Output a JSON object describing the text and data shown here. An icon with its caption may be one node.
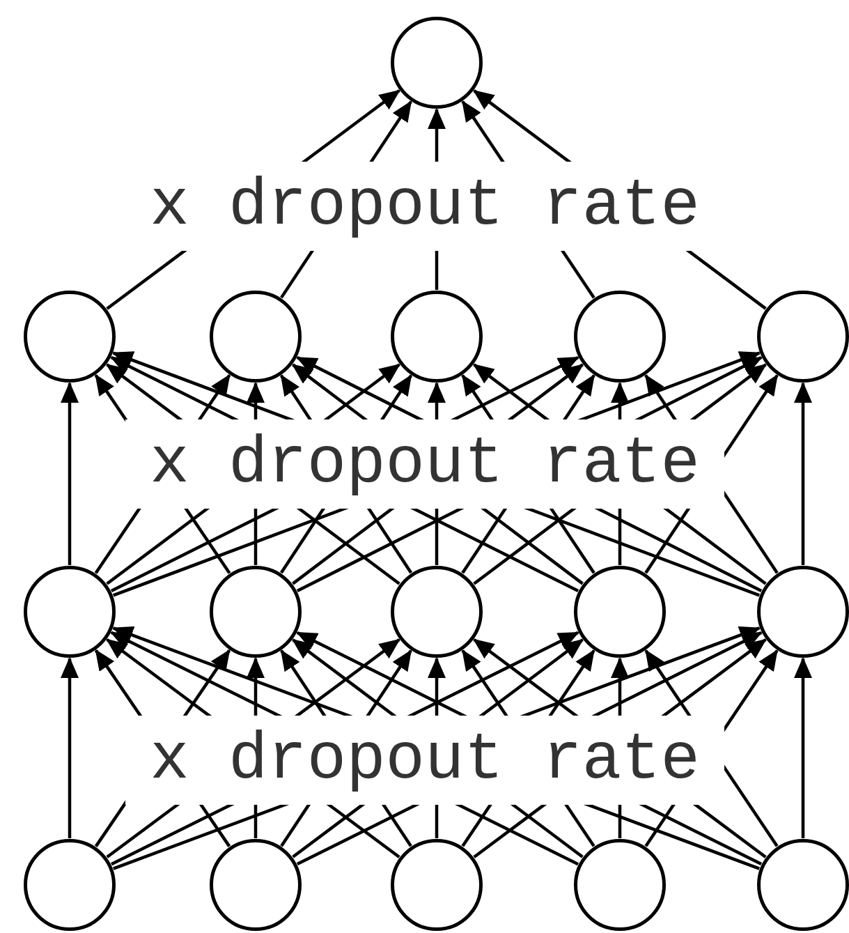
{
  "diagram": {
    "nodes": [
      {
        "text": [],
        "shape": "circle"
      },
      {
        "text": [],
        "shape": "circle"
      },
      {
        "text": [],
        "shape": "circle"
      },
      {
        "text": [],
        "shape": "circle"
      },
      {
        "text": [],
        "shape": "circle"
      },
      {
        "text": [],
        "shape": "circle"
      },
      {
        "text": [],
        "shape": "circle"
      },
      {
        "text": [],
        "shape": "circle"
      },
      {
        "text": [],
        "shape": "circle"
      },
      {
        "text": [],
        "shape": "circle"
      },
      {
        "text": [],
        "shape": "circle"
      },
      {
        "text": [],
        "shape": "circle"
      },
      {
        "text": [],
        "shape": "circle"
      },
      {
        "text": [],
        "shape": "circle"
      },
      {
        "text": [],
        "shape": "circle"
      },
      {
        "text": [],
        "shape": "circle"
      }
    ],
    "edges": [
      {
        "from": 1,
        "to": 0,
        "arrow": "to"
      },
      {
        "from": 2,
        "to": 0,
        "arrow": "to"
      },
      {
        "from": 3,
        "to": 0,
        "arrow": "to"
      },
      {
        "from": 4,
        "to": 0,
        "arrow": "to"
      },
      {
        "from": 5,
        "to": 0,
        "arrow": "to"
      },
      {
        "from": 6,
        "to": 1,
        "arrow": "to"
      },
      {
        "from": 6,
        "to": 2,
        "arrow": "to"
      },
      {
        "from": 6,
        "to": 3,
        "arrow": "to"
      },
      {
        "from": 6,
        "to": 4,
        "arrow": "to"
      },
      {
        "from": 6,
        "to": 5,
        "arrow": "to"
      },
      {
        "from": 7,
        "to": 1,
        "arrow": "to"
      },
      {
        "from": 7,
        "to": 2,
        "arrow": "to"
      },
      {
        "from": 7,
        "to": 3,
        "arrow": "to"
      },
      {
        "from": 7,
        "to": 4,
        "arrow": "to"
      },
      {
        "from": 7,
        "to": 5,
        "arrow": "to"
      },
      {
        "from": 8,
        "to": 1,
        "arrow": "to"
      },
      {
        "from": 8,
        "to": 2,
        "arrow": "to"
      },
      {
        "from": 8,
        "to": 3,
        "arrow": "to"
      },
      {
        "from": 8,
        "to": 4,
        "arrow": "to"
      },
      {
        "from": 8,
        "to": 5,
        "arrow": "to"
      },
      {
        "from": 9,
        "to": 1,
        "arrow": "to"
      },
      {
        "from": 9,
        "to": 2,
        "arrow": "to"
      },
      {
        "from": 9,
        "to": 3,
        "arrow": "to"
      },
      {
        "from": 9,
        "to": 4,
        "arrow": "to"
      },
      {
        "from": 9,
        "to": 5,
        "arrow": "to"
      },
      {
        "from": 10,
        "to": 1,
        "arrow": "to"
      },
      {
        "from": 10,
        "to": 2,
        "arrow": "to"
      },
      {
        "from": 10,
        "to": 3,
        "arrow": "to"
      },
      {
        "from": 10,
        "to": 4,
        "arrow": "to"
      },
      {
        "from": 10,
        "to": 5,
        "arrow": "to"
      },
      {
        "from": 11,
        "to": 6,
        "arrow": "to"
      },
      {
        "from": 11,
        "to": 7,
        "arrow": "to"
      },
      {
        "from": 11,
        "to": 8,
        "arrow": "to"
      },
      {
        "from": 11,
        "to": 9,
        "arrow": "to"
      },
      {
        "from": 11,
        "to": 10,
        "arrow": "to"
      },
      {
        "from": 12,
        "to": 6,
        "arrow": "to"
      },
      {
        "from": 12,
        "to": 7,
        "arrow": "to"
      },
      {
        "from": 12,
        "to": 8,
        "arrow": "to"
      },
      {
        "from": 12,
        "to": 9,
        "arrow": "to"
      },
      {
        "from": 12,
        "to": 10,
        "arrow": "to"
      },
      {
        "from": 13,
        "to": 6,
        "arrow": "to"
      },
      {
        "from": 13,
        "to": 7,
        "arrow": "to"
      },
      {
        "from": 13,
        "to": 8,
        "arrow": "to"
      },
      {
        "from": 13,
        "to": 9,
        "arrow": "to"
      },
      {
        "from": 13,
        "to": 10,
        "arrow": "to"
      },
      {
        "from": 14,
        "to": 6,
        "arrow": "to"
      },
      {
        "from": 14,
        "to": 7,
        "arrow": "to"
      },
      {
        "from": 14,
        "to": 8,
        "arrow": "to"
      },
      {
        "from": 14,
        "to": 9,
        "arrow": "to"
      },
      {
        "from": 14,
        "to": 10,
        "arrow": "to"
      },
      {
        "from": 15,
        "to": 6,
        "arrow": "to"
      },
      {
        "from": 15,
        "to": 7,
        "arrow": "to"
      },
      {
        "from": 15,
        "to": 8,
        "arrow": "to"
      },
      {
        "from": 15,
        "to": 9,
        "arrow": "to"
      },
      {
        "from": 15,
        "to": 10,
        "arrow": "to"
      }
    ],
    "labels": [
      "x dropout rate",
      "x dropout rate",
      "x dropout rate"
    ]
  }
}
